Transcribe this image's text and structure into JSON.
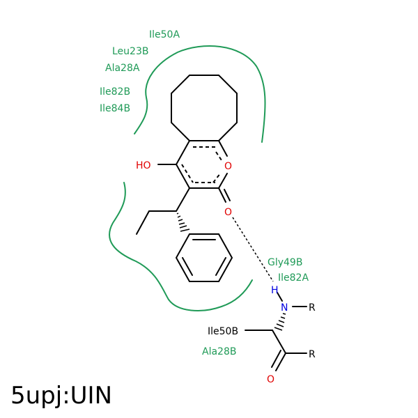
{
  "caption": "5upj:UIN",
  "residues": {
    "ile50a": "Ile50A",
    "leu23b": "Leu23B",
    "ala28a": "Ala28A",
    "ile82b": "Ile82B",
    "ile84b": "Ile84B",
    "gly49b": "Gly49B",
    "ile82a": "Ile82A",
    "ile50b": "Ile50B",
    "ala28b": "Ala28B"
  },
  "atoms": {
    "ho": "HO",
    "ring_o": "O",
    "carbonyl_o": "O",
    "h": "H",
    "n": "N",
    "r1": "R",
    "r2": "R",
    "o_bottom": "O"
  },
  "colors": {
    "residue": "#1f9a57",
    "oxygen": "#e00000",
    "nitrogen": "#0000e0",
    "bond": "#000000"
  }
}
